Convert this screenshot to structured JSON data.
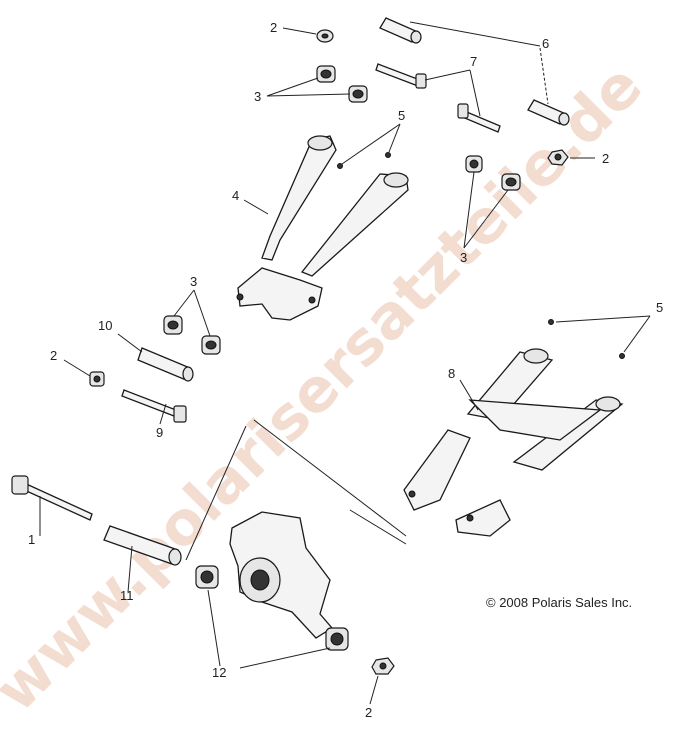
{
  "watermark": "www.polarisersatzteile.de",
  "copyright": "© 2008 Polaris Sales Inc.",
  "callouts": {
    "c1": "1",
    "c2a": "2",
    "c2b": "2",
    "c2c": "2",
    "c2d": "2",
    "c3a": "3",
    "c3b": "3",
    "c3c": "3",
    "c4": "4",
    "c5a": "5",
    "c5b": "5",
    "c6": "6",
    "c7": "7",
    "c8": "8",
    "c9": "9",
    "c10": "10",
    "c11": "11",
    "c12": "12"
  }
}
